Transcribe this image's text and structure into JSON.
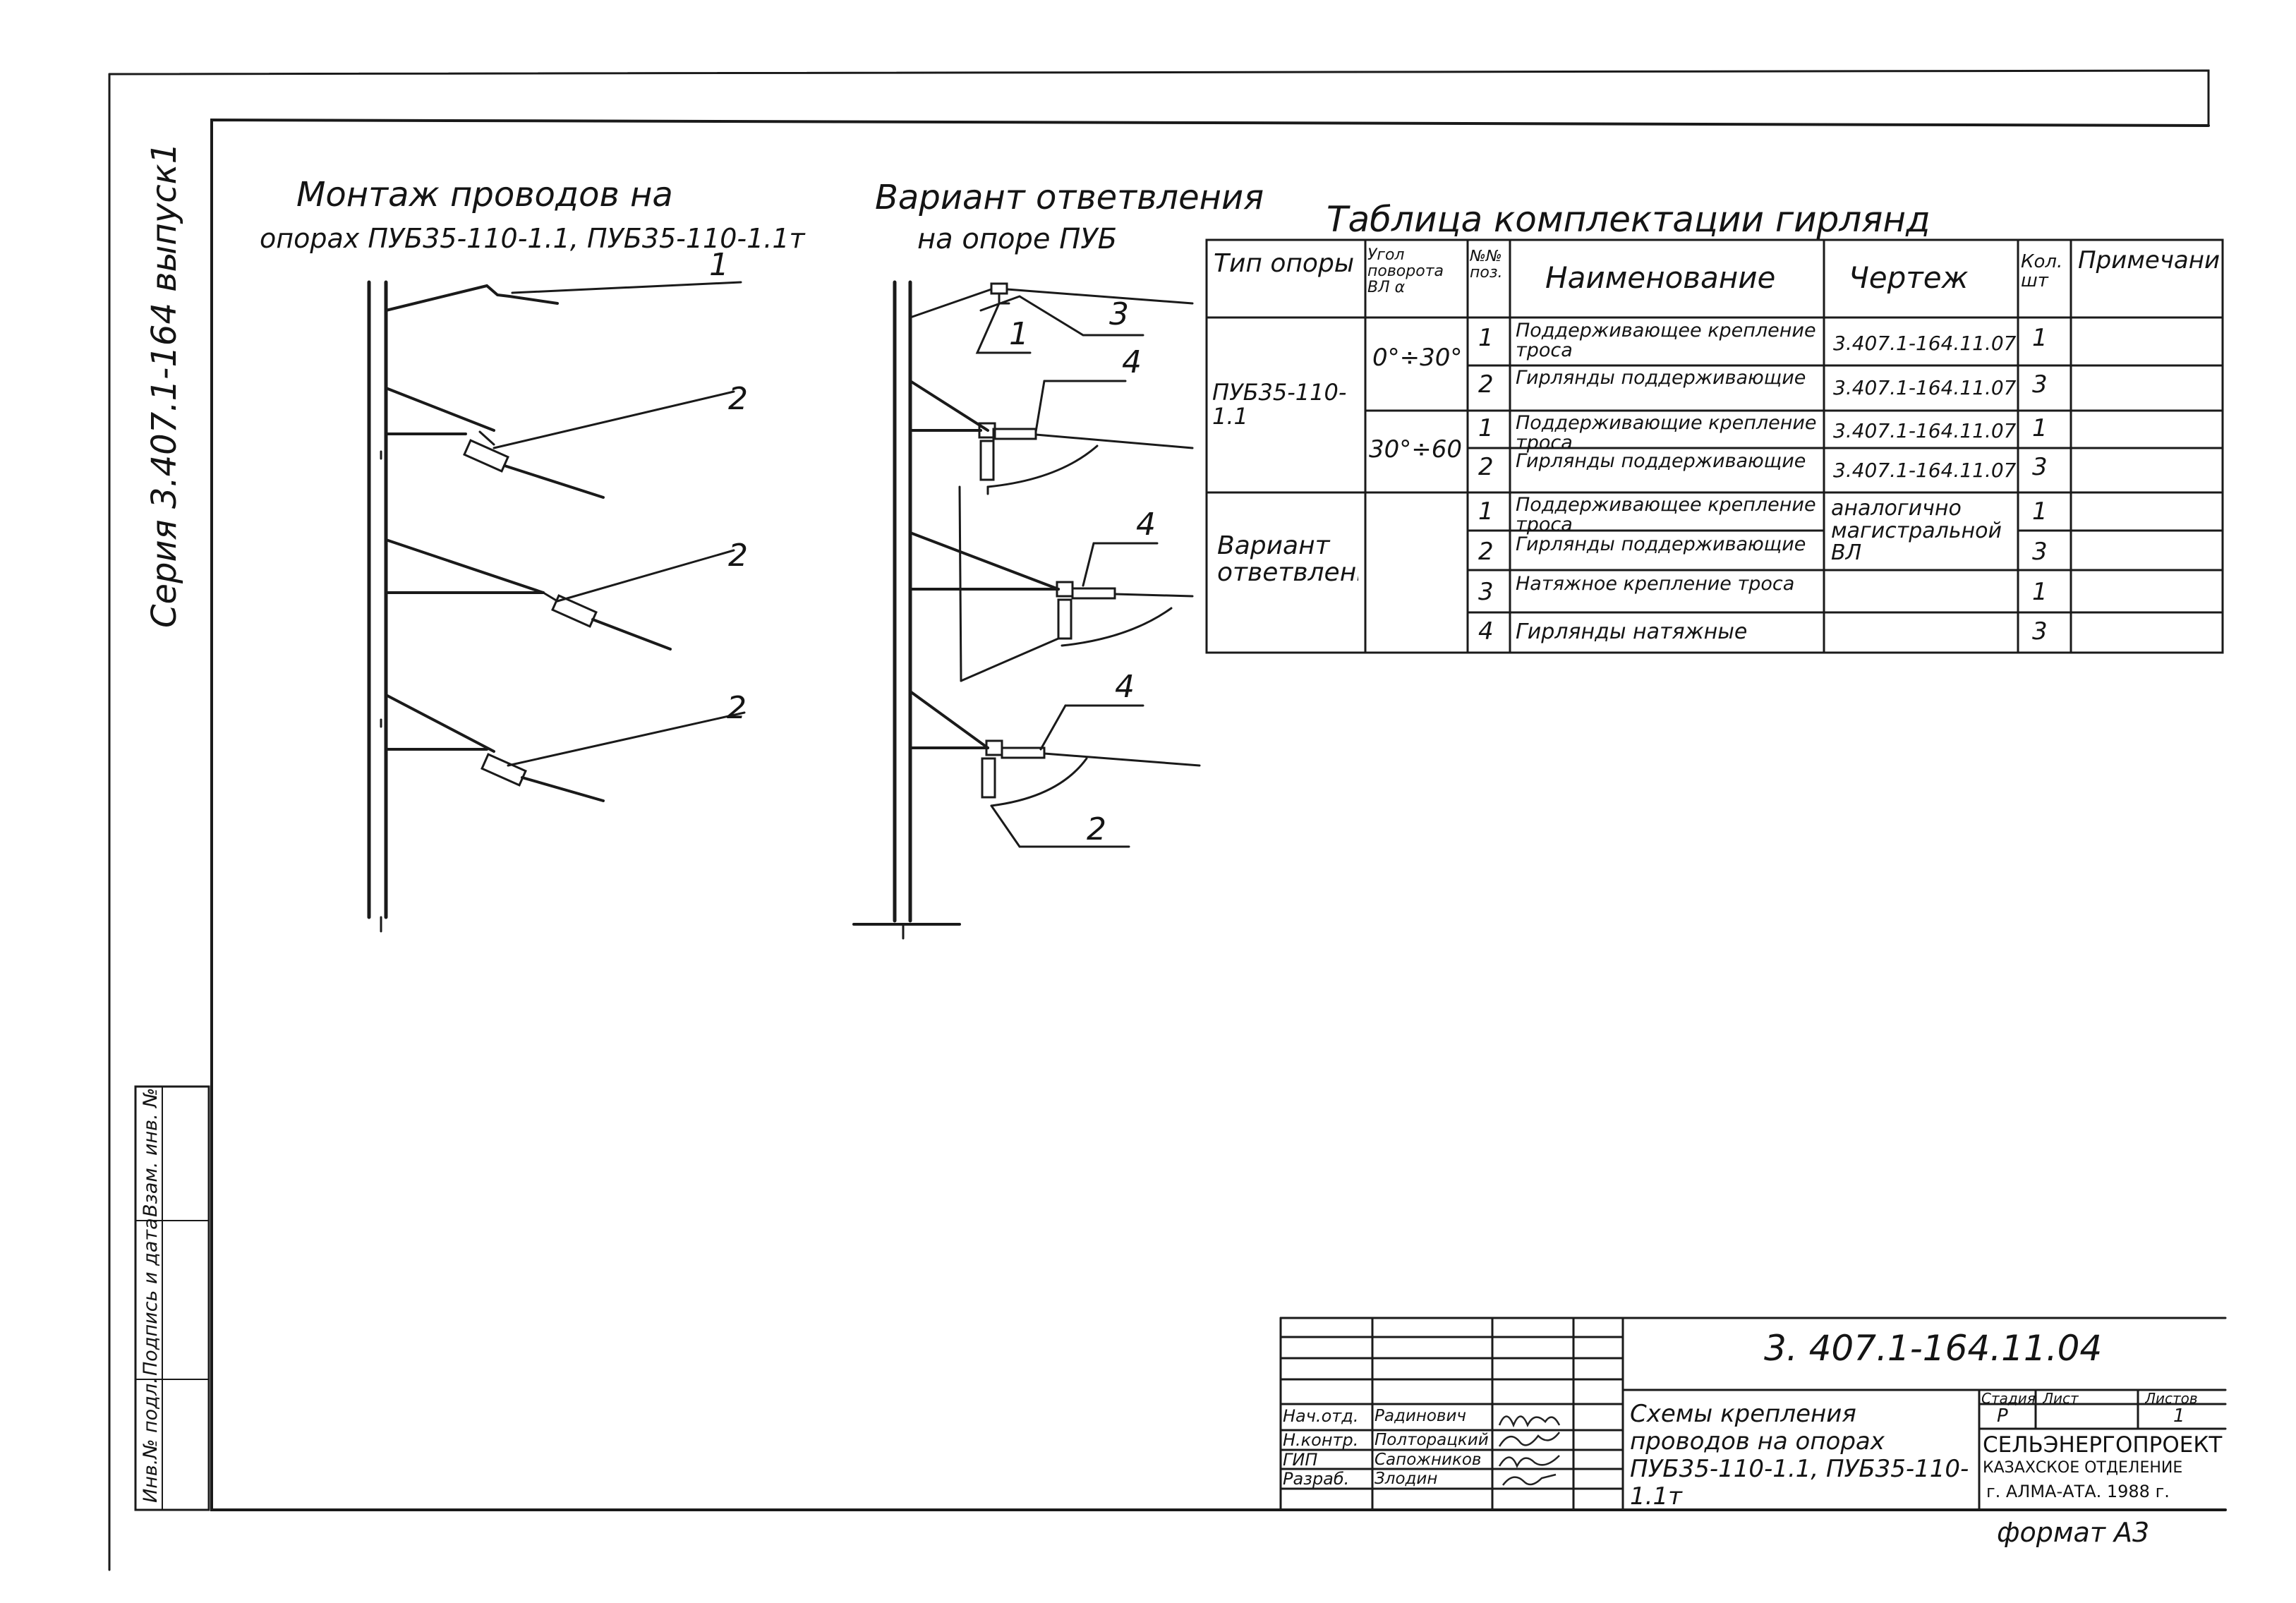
{
  "left_margin": {
    "series": "Серия 3.407.1-164 выпуск1",
    "stamp_cols": [
      "Инв.№ подл.",
      "Подпись и дата",
      "Взам. инв. №"
    ]
  },
  "diagram1": {
    "title_line1": "Монтаж проводов на",
    "title_line2": "опорах ПУБ35-110-1.1, ПУБ35-110-1.1т",
    "labels": [
      "1",
      "2",
      "2",
      "2"
    ]
  },
  "diagram2": {
    "title_line1": "Вариант ответвления",
    "title_line2": "на опоре ПУБ",
    "labels": [
      "3",
      "1",
      "4",
      "4",
      "4",
      "2"
    ]
  },
  "table": {
    "title": "Таблица комплектации гирлянд",
    "headers": {
      "type": "Тип опоры",
      "angle": "Угол поворота ВЛ α",
      "pos": "№№ поз.",
      "name": "Наименование",
      "drawing": "Чертеж",
      "qty": "Кол. шт",
      "note": "Примечание"
    },
    "group1": {
      "type": "ПУБ35-110-1.1",
      "angle_a": "0°÷30°",
      "angle_b": "30°÷60°"
    },
    "group2": {
      "type": "Вариант ответвления",
      "drawing": "аналогично магистральной ВЛ"
    },
    "rows": [
      {
        "pos": "1",
        "name": "Поддерживающее крепление троса",
        "drawing": "3.407.1-164.11.07",
        "qty": "1"
      },
      {
        "pos": "2",
        "name": "Гирлянды поддерживающие",
        "drawing": "3.407.1-164.11.07",
        "qty": "3"
      },
      {
        "pos": "1",
        "name": "Поддерживающие крепление троса",
        "drawing": "3.407.1-164.11.07",
        "qty": "1"
      },
      {
        "pos": "2",
        "name": "Гирлянды поддерживающие",
        "drawing": "3.407.1-164.11.07",
        "qty": "3"
      },
      {
        "pos": "1",
        "name": "Поддерживающее крепление троса",
        "drawing": "",
        "qty": "1"
      },
      {
        "pos": "2",
        "name": "Гирлянды поддерживающие",
        "drawing": "",
        "qty": "3"
      },
      {
        "pos": "3",
        "name": "Натяжное крепление троса",
        "drawing": "",
        "qty": "1"
      },
      {
        "pos": "4",
        "name": "Гирлянды натяжные",
        "drawing": "",
        "qty": "3"
      }
    ]
  },
  "title_block": {
    "code": "3. 407.1-164.11.04",
    "roles": [
      "Нач.отд.",
      "Н.контр.",
      "ГИП",
      "Разраб."
    ],
    "names": [
      "Радинович",
      "Полторацкий",
      "Сапожников",
      "Злодин"
    ],
    "title": "Схемы крепления проводов на опорах ПУБ35-110-1.1, ПУБ35-110-1.1т",
    "stage_h": "Стадия",
    "sheet_h": "Лист",
    "sheets_h": "Листов",
    "stage": "Р",
    "sheets": "1",
    "org1": "СЕЛЬЭНЕРГОПРОЕКТ",
    "org2": "КАЗАХСКОЕ ОТДЕЛЕНИЕ",
    "org3": "г. АЛМА-АТА. 1988 г.",
    "format": "формат А3"
  }
}
